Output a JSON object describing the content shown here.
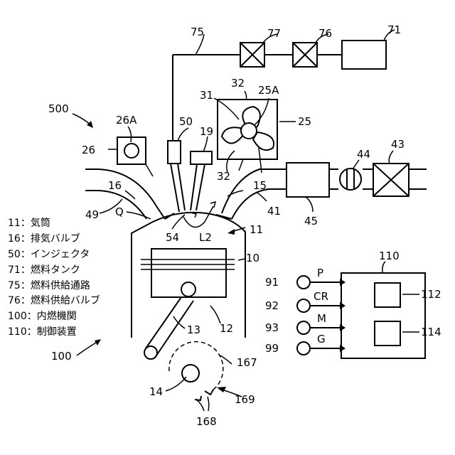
{
  "labels": {
    "n10": "10",
    "n11": "11",
    "n12": "12",
    "n13": "13",
    "n14": "14",
    "n15": "15",
    "n16": "16",
    "n19": "19",
    "n25": "25",
    "n25a": "25A",
    "n26": "26",
    "n26a": "26A",
    "n31": "31",
    "n32a": "32",
    "n32b": "32",
    "n41": "41",
    "n43": "43",
    "n44": "44",
    "n45": "45",
    "n49": "49",
    "n50": "50",
    "n54": "54",
    "n71": "71",
    "n75": "75",
    "n76": "76",
    "n77": "77",
    "n91": "91",
    "n92": "92",
    "n93": "93",
    "n99": "99",
    "n100": "100",
    "n110": "110",
    "n112": "112",
    "n114": "114",
    "n167": "167",
    "n168": "168",
    "n169": "169",
    "n500": "500",
    "q": "Q",
    "l2": "L2",
    "sig_p": "P",
    "sig_cr": "CR",
    "sig_m": "M",
    "sig_g": "G"
  },
  "legend": [
    "11：気筒",
    "16：排気バルブ",
    "50：インジェクタ",
    "71：燃料タンク",
    "75：燃料供給通路",
    "76：燃料供給バルブ",
    "100：内燃機関",
    "110：制御装置"
  ]
}
